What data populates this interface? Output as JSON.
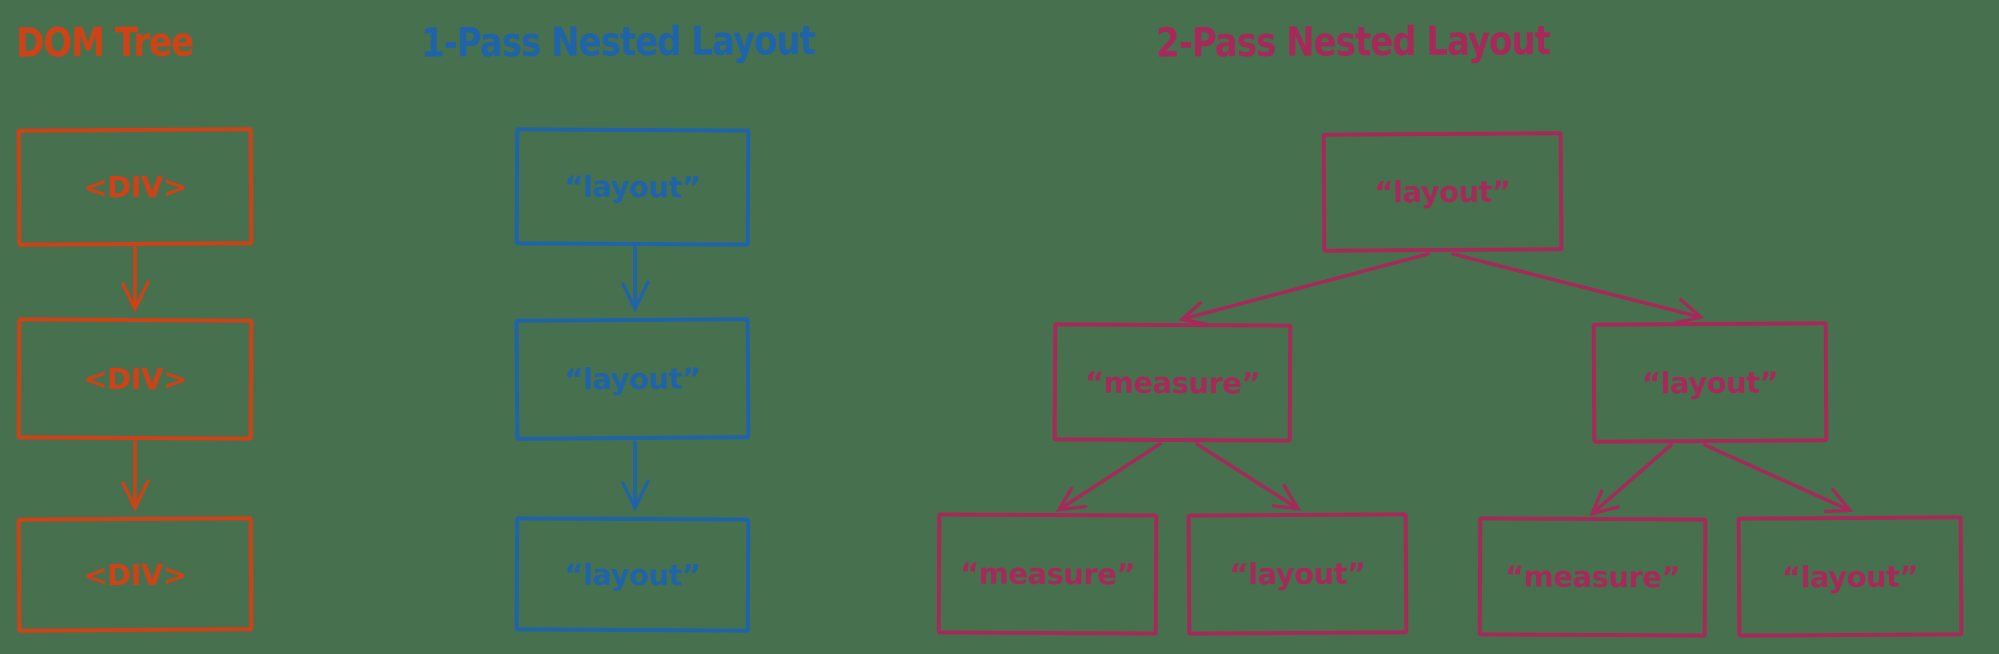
{
  "colors": {
    "background": "#47714e",
    "dom_tree": "#cd4216",
    "one_pass": "#1f63a9",
    "two_pass": "#a52a5a"
  },
  "dom_tree": {
    "title": "DOM Tree",
    "nodes": [
      "<DIV>",
      "<DIV>",
      "<DIV>"
    ]
  },
  "one_pass": {
    "title": "1-Pass Nested Layout",
    "nodes": [
      "“layout”",
      "“layout”",
      "“layout”"
    ]
  },
  "two_pass": {
    "title": "2-Pass Nested Layout",
    "root": "“layout”",
    "children": [
      "“measure”",
      "“layout”"
    ],
    "grandchildren": [
      "“measure”",
      "“layout”",
      "“measure”",
      "“layout”"
    ]
  }
}
